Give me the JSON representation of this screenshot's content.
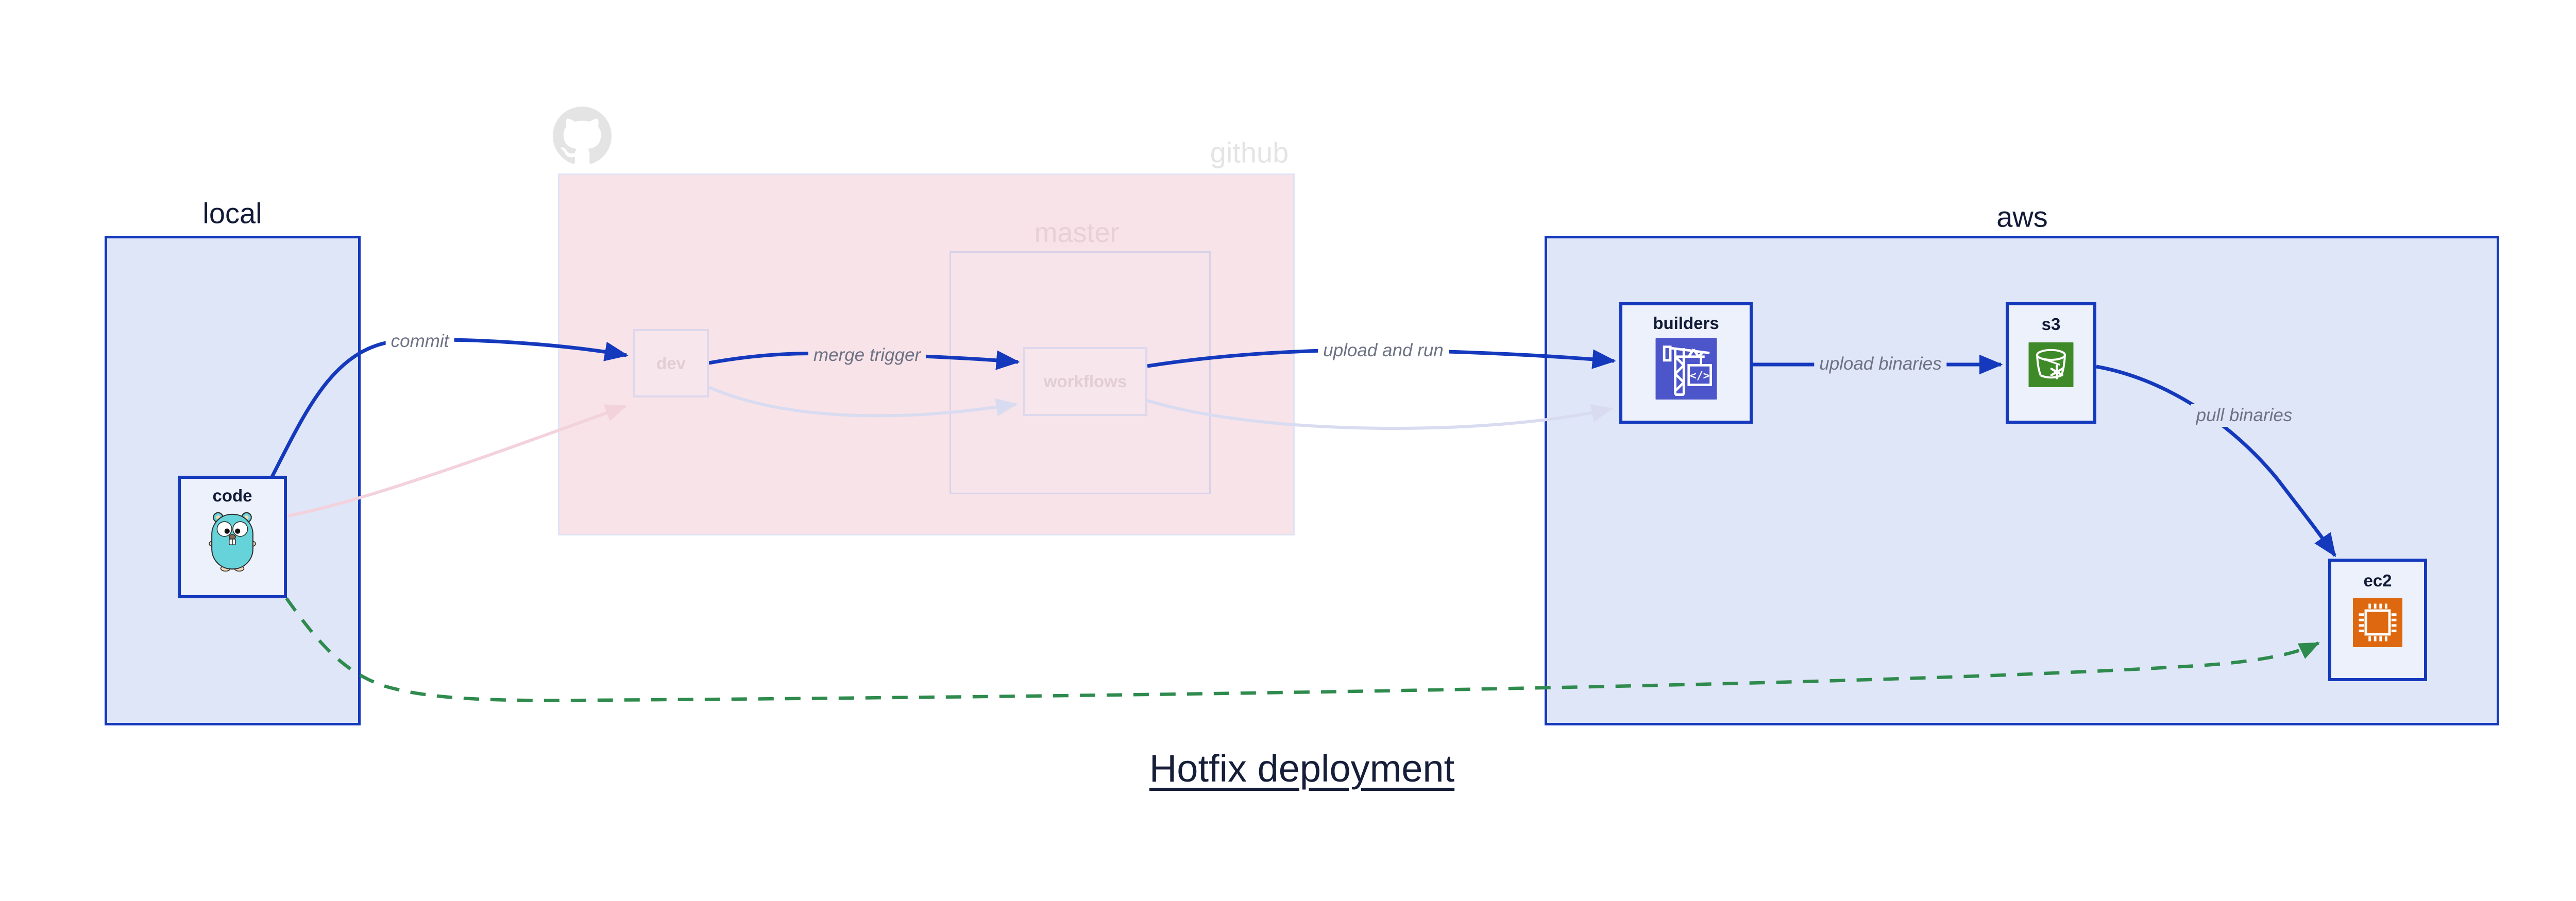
{
  "title": {
    "text": "Hotfix deployment"
  },
  "groups": {
    "local": {
      "label": "local"
    },
    "github": {
      "label": "github"
    },
    "master": {
      "label": "master"
    },
    "aws": {
      "label": "aws"
    }
  },
  "nodes": {
    "code": {
      "label": "code",
      "icon": "go-gopher-icon"
    },
    "dev": {
      "label": "dev"
    },
    "workflows": {
      "label": "workflows"
    },
    "builders": {
      "label": "builders",
      "icon": "codebuild-crane-icon"
    },
    "s3": {
      "label": "s3",
      "icon": "s3-glacier-bucket-icon"
    },
    "ec2": {
      "label": "ec2",
      "icon": "ec2-chip-icon"
    }
  },
  "edges": [
    {
      "from": "code",
      "to": "dev",
      "label": "commit",
      "style": "solid-blue"
    },
    {
      "from": "dev",
      "to": "workflows",
      "label": "merge trigger",
      "style": "solid-blue"
    },
    {
      "from": "workflows",
      "to": "builders",
      "label": "upload and run",
      "style": "solid-blue"
    },
    {
      "from": "builders",
      "to": "s3",
      "label": "upload binaries",
      "style": "solid-blue"
    },
    {
      "from": "s3",
      "to": "ec2",
      "label": "pull binaries",
      "style": "solid-blue"
    },
    {
      "from": "code",
      "to": "ec2",
      "label": "",
      "style": "dashed-green"
    },
    {
      "from": "code",
      "to": "dev",
      "label": "",
      "style": "faded-pink"
    },
    {
      "from": "dev",
      "to": "workflows",
      "label": "",
      "style": "faded-lavender"
    },
    {
      "from": "workflows",
      "to": "builders",
      "label": "",
      "style": "faded-lavender"
    }
  ],
  "colors": {
    "accent_blue": "#1539bd",
    "hotfix_green": "#2e8b4d",
    "faded_pink_edge": "#f3d2dc",
    "faded_lavender_edge": "#d9dcf0",
    "group_fill_blue": "#dfe6f8",
    "github_fill_pink": "#f8e3e9",
    "codebuild_icon_bg": "#4c55c9",
    "s3_icon_bg": "#3f8a28",
    "ec2_icon_bg": "#dd680f"
  }
}
